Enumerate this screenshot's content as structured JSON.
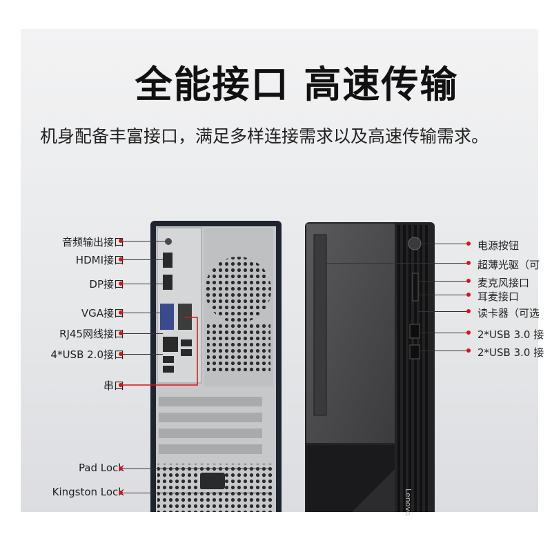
{
  "headline": "全能接口 高速传输",
  "subheadline": "机身配备丰富接口，满足多样连接需求以及高速传输需求。",
  "rear_labels": [
    "音频输出接口",
    "HDMI接口",
    "DP接口",
    "VGA接口",
    "RJ45网线接口",
    "4*USB 2.0接口",
    "串口",
    "Pad Lock",
    "Kingston Lock"
  ],
  "front_labels": [
    "电源按钮",
    "超薄光驱（可",
    "麦克风接口",
    "耳麦接口",
    "读卡器（可选",
    "2*USB 3.0 接",
    "2*USB 3.0 接"
  ],
  "brand": "Lenovo",
  "colors": {
    "accent_dot": "#dd1111",
    "case": "#2a2a2c",
    "front_panel": "#4a4a4c",
    "rear_panel": "#c9c9cb"
  }
}
